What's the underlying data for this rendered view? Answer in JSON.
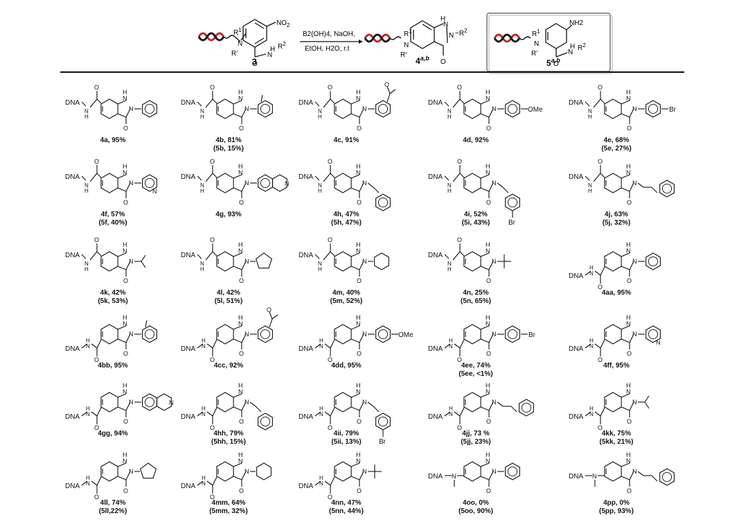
{
  "scheme": {
    "reactant": {
      "number": "3",
      "R1": "R1",
      "R2": "R2",
      "Rp": "R'",
      "NO2": "NO2",
      "N": "N",
      "O": "O"
    },
    "conditions": {
      "top": "B2(OH)4, NaOH,",
      "bottom": "EtOH, H2O, r.t"
    },
    "product": {
      "label": "4",
      "sup": "a,b"
    },
    "side_product": {
      "label": "5",
      "sup": "a,b",
      "NH2": "NH2"
    }
  },
  "compounds": [
    {
      "id": "4a",
      "row": 0,
      "col": 0,
      "line1": "4a, 95%",
      "line2": "",
      "sub": "Ph",
      "ring": "ph"
    },
    {
      "id": "4b",
      "row": 0,
      "col": 1,
      "line1": "4b, 81%",
      "line2": "(5b, 15%)",
      "sub": "o-tolyl",
      "ring": "ph",
      "ring_sub": "o-Me"
    },
    {
      "id": "4c",
      "row": 0,
      "col": 2,
      "line1": "4c, 91%",
      "line2": "",
      "sub": "m-acetylphenyl",
      "ring": "ph",
      "ring_sub": "m-Ac"
    },
    {
      "id": "4d",
      "row": 0,
      "col": 3,
      "line1": "4d, 92%",
      "line2": "",
      "sub": "p-OMe-phenyl",
      "ring": "ph",
      "ring_sub": "OMe"
    },
    {
      "id": "4e",
      "row": 0,
      "col": 4,
      "line1": "4e, 68%",
      "line2": "(5e, 27%)",
      "sub": "p-Br-phenyl",
      "ring": "ph",
      "ring_sub": "Br"
    },
    {
      "id": "4f",
      "row": 1,
      "col": 0,
      "line1": "4f, 57%",
      "line2": "(5f, 40%)",
      "sub": "3-pyridyl",
      "ring": "pyr"
    },
    {
      "id": "4g",
      "row": 1,
      "col": 1,
      "line1": "4g, 93%",
      "line2": "",
      "sub": "6-quinolyl",
      "ring": "quin"
    },
    {
      "id": "4h",
      "row": 1,
      "col": 2,
      "line1": "4h, 47%",
      "line2": "(5h, 47%)",
      "sub": "benzyl",
      "ring": "bn"
    },
    {
      "id": "4i",
      "row": 1,
      "col": 3,
      "line1": "4i, 52%",
      "line2": "(5i, 43%)",
      "sub": "4-Br-benzyl",
      "ring": "bn",
      "ring_sub": "Br"
    },
    {
      "id": "4j",
      "row": 1,
      "col": 4,
      "line1": "4j, 63%",
      "line2": "(5j, 32%)",
      "sub": "phenethyl",
      "ring": "pe"
    },
    {
      "id": "4k",
      "row": 2,
      "col": 0,
      "line1": "4k, 42%",
      "line2": "(5k, 53%)",
      "sub": "isopropyl",
      "ring": "ipr"
    },
    {
      "id": "4l",
      "row": 2,
      "col": 1,
      "line1": "4l, 42%",
      "line2": "(5l, 51%)",
      "sub": "cyclopentyl",
      "ring": "cp"
    },
    {
      "id": "4m",
      "row": 2,
      "col": 2,
      "line1": "4m, 40%",
      "line2": "(5m, 52%)",
      "sub": "cyclohexyl",
      "ring": "chx"
    },
    {
      "id": "4n",
      "row": 2,
      "col": 3,
      "line1": "4n, 25%",
      "line2": "(5n, 65%)",
      "sub": "tert-butyl",
      "ring": "tbu"
    },
    {
      "id": "4aa",
      "row": 2,
      "col": 4,
      "line1": "4aa, 95%",
      "line2": "",
      "sub": "Ph",
      "ring": "ph",
      "regio": "5"
    },
    {
      "id": "4bb",
      "row": 3,
      "col": 0,
      "line1": "4bb, 95%",
      "line2": "",
      "sub": "o-tolyl",
      "ring": "ph",
      "ring_sub": "o-Me",
      "regio": "5"
    },
    {
      "id": "4cc",
      "row": 3,
      "col": 1,
      "line1": "4cc, 92%",
      "line2": "",
      "sub": "m-acetylphenyl",
      "ring": "ph",
      "ring_sub": "m-Ac",
      "regio": "5"
    },
    {
      "id": "4dd",
      "row": 3,
      "col": 2,
      "line1": "4dd, 95%",
      "line2": "",
      "sub": "p-OMe-phenyl",
      "ring": "ph",
      "ring_sub": "OMe",
      "regio": "5"
    },
    {
      "id": "4ee",
      "row": 3,
      "col": 3,
      "line1": "4ee, 74%",
      "line2": "(5ee, <1%)",
      "sub": "p-Br-phenyl",
      "ring": "ph",
      "ring_sub": "Br",
      "regio": "5"
    },
    {
      "id": "4ff",
      "row": 3,
      "col": 4,
      "line1": "4ff, 95%",
      "line2": "",
      "sub": "3-pyridyl",
      "ring": "pyr",
      "regio": "5"
    },
    {
      "id": "4gg",
      "row": 4,
      "col": 0,
      "line1": "4gg, 94%",
      "line2": "",
      "sub": "6-quinolyl",
      "ring": "quin",
      "regio": "5"
    },
    {
      "id": "4hh",
      "row": 4,
      "col": 1,
      "line1": "4hh, 79%",
      "line2": "(5hh, 15%)",
      "sub": "benzyl",
      "ring": "bn",
      "regio": "5"
    },
    {
      "id": "4ii",
      "row": 4,
      "col": 2,
      "line1": "4ii, 79%",
      "line2": "(5ii, 13%)",
      "sub": "4-Br-benzyl",
      "ring": "bn",
      "ring_sub": "Br",
      "regio": "5"
    },
    {
      "id": "4jj",
      "row": 4,
      "col": 3,
      "line1": "4jj, 73 %",
      "line2": "(5jj, 23%)",
      "sub": "phenethyl",
      "ring": "pe",
      "regio": "5"
    },
    {
      "id": "4kk",
      "row": 4,
      "col": 4,
      "line1": "4kk, 75%",
      "line2": "(5kk, 21%)",
      "sub": "isopropyl",
      "ring": "ipr",
      "regio": "5"
    },
    {
      "id": "4ll",
      "row": 5,
      "col": 0,
      "line1": "4ll, 74%",
      "line2": "(5ll,22%)",
      "sub": "cyclopentyl",
      "ring": "cp",
      "regio": "5"
    },
    {
      "id": "4mm",
      "row": 5,
      "col": 1,
      "line1": "4mm, 64%",
      "line2": "(5mm, 32%)",
      "sub": "cyclohexyl",
      "ring": "chx",
      "regio": "5"
    },
    {
      "id": "4nn",
      "row": 5,
      "col": 2,
      "line1": "4nn, 47%",
      "line2": "(5nn, 44%)",
      "sub": "tert-butyl",
      "ring": "tbu",
      "regio": "5"
    },
    {
      "id": "4oo",
      "row": 5,
      "col": 3,
      "line1": "4oo, 0%",
      "line2": "(5oo, 90%)",
      "sub": "Ph",
      "ring": "ph",
      "regio": "amine"
    },
    {
      "id": "4pp",
      "row": 5,
      "col": 4,
      "line1": "4pp, 0%",
      "line2": "(5pp, 93%)",
      "sub": "phenethyl",
      "ring": "pe",
      "regio": "amine"
    }
  ],
  "atoms": {
    "dna": "DNA",
    "N": "N",
    "H": "H",
    "NH": "NH",
    "O": "O",
    "Br": "Br",
    "OMe": "OMe"
  },
  "colors": {
    "ink": "#111111",
    "dna_red": "#c0282d",
    "dna_dark": "#1a1a1a",
    "frame": "#555555"
  }
}
